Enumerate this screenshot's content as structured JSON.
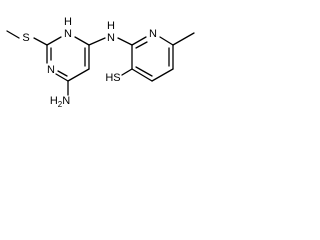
{
  "molecule": {
    "atom_labels": {
      "methylthio_s": "S",
      "ring_n_upper": "N",
      "ring_nh_upper": "H",
      "linker_nh": "N",
      "linker_h": "H",
      "pyridine_n": "N",
      "amino": "H",
      "amino_sub": "2",
      "amino_n": "N",
      "ring_n_lower": "N",
      "thiol": "HS"
    }
  }
}
